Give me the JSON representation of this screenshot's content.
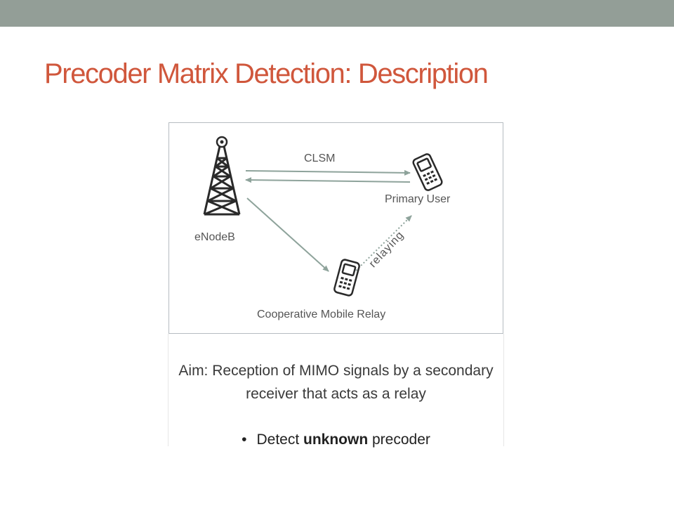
{
  "slide": {
    "title": "Precoder Matrix Detection: Description"
  },
  "diagram": {
    "nodes": {
      "enodeb": {
        "label": "eNodeB",
        "icon": "cell-tower-icon"
      },
      "primary_user": {
        "label": "Primary User",
        "icon": "mobile-phone-icon"
      },
      "relay": {
        "label": "Cooperative Mobile Relay",
        "icon": "mobile-phone-icon"
      }
    },
    "links": {
      "clsm": {
        "label": "CLSM"
      },
      "relaying": {
        "label": "relaying"
      }
    },
    "colors": {
      "arrow": "#8ea39b",
      "icon": "#2a2a2a",
      "label": "#555555"
    }
  },
  "aim": {
    "text": "Aim: Reception of MIMO signals by a secondary receiver that acts as a relay"
  },
  "bullet": {
    "prefix": "Detect ",
    "emphasis": "unknown",
    "suffix": " precoder"
  },
  "theme": {
    "top_bar_color": "#939e97",
    "title_color": "#d0573c"
  }
}
